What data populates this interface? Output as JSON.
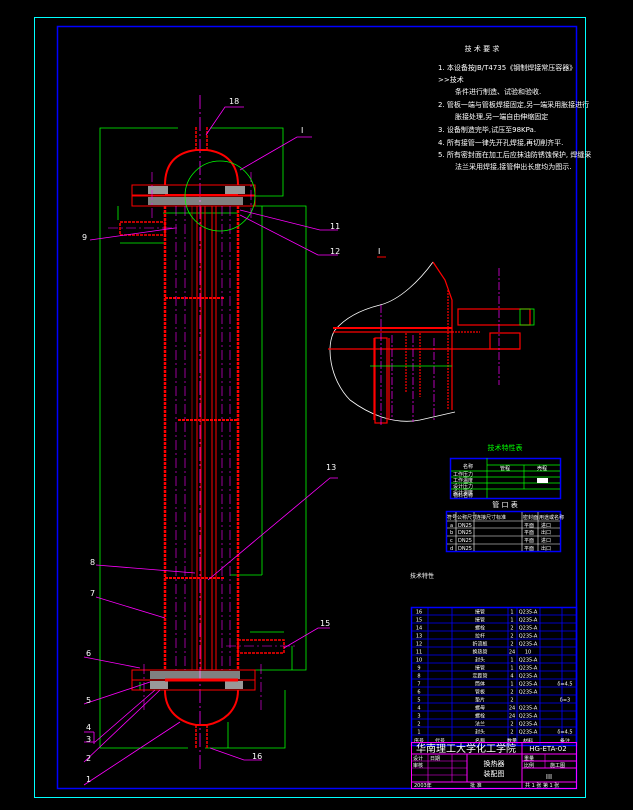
{
  "drawing": {
    "colors": {
      "frame_outer": "#00ffff",
      "frame_inner": "#0000ff",
      "part": "#ff0000",
      "dimension": "#00ff00",
      "leader": "#ff00ff",
      "text": "#ffffff"
    },
    "detail_label": "I",
    "part_labels": [
      "1",
      "2",
      "3",
      "4",
      "5",
      "6",
      "7",
      "8",
      "9",
      "11",
      "12",
      "13",
      "15",
      "16",
      "18"
    ],
    "note_small": "技术特性"
  },
  "tech_requirements": {
    "title": "技 术 要 求",
    "lines": [
      "1.   本设备按JB/T4735《钢制焊接常压容器》",
      ">>技术",
      "条件进行制造、试验和验收.",
      "2.   管板一端与管板焊接固定,另一端采用胀接进行",
      "胀接处理,另一端自由伸缩固定",
      "3.   设备制造完毕,试压至98KPa.",
      "4.   所有接管一律先开孔焊接,再切削齐平.",
      "5.   所有密封面在加工后应抹油防锈蚀保护, 焊缝采",
      "法兰采用焊接,接管伸出长度均为图示."
    ]
  },
  "tech_table": {
    "title": "技术特性表",
    "header": [
      "名称",
      "管程",
      "壳程"
    ],
    "rows": [
      "工作压力",
      "工作温度",
      "设计压力",
      "设计温度",
      "物料名称"
    ]
  },
  "nozzle_table": {
    "title": "管 口 表",
    "header": [
      "符号",
      "公称尺寸",
      "连接尺寸标准",
      "密封面",
      "用途或名称"
    ],
    "rows": [
      [
        "a",
        "DN25",
        "",
        "平面",
        "进口"
      ],
      [
        "b",
        "DN25",
        "",
        "平面",
        "出口"
      ],
      [
        "c",
        "DN25",
        "",
        "平面",
        "进口"
      ],
      [
        "d",
        "DN25",
        "",
        "平面",
        "出口"
      ]
    ]
  },
  "parts_list": {
    "header": [
      "序号",
      "代号",
      "名称",
      "数量",
      "材料",
      "备注"
    ],
    "rows": [
      [
        "16",
        "",
        "接管",
        "1",
        "Q235-A",
        ""
      ],
      [
        "15",
        "",
        "接管",
        "1",
        "Q235-A",
        ""
      ],
      [
        "14",
        "",
        "螺栓",
        "2",
        "Q235-A",
        ""
      ],
      [
        "13",
        "",
        "拉杆",
        "2",
        "Q235-A",
        ""
      ],
      [
        "12",
        "",
        "折流板",
        "2",
        "Q235-A",
        ""
      ],
      [
        "11",
        "",
        "换热管",
        "24",
        "10",
        ""
      ],
      [
        "10",
        "",
        "封头",
        "1",
        "Q235-A",
        ""
      ],
      [
        "9",
        "",
        "接管",
        "1",
        "Q235-A",
        ""
      ],
      [
        "8",
        "",
        "定距管",
        "4",
        "Q235-A",
        ""
      ],
      [
        "7",
        "",
        "筒体",
        "1",
        "Q235-A",
        "δ=4.5"
      ],
      [
        "6",
        "",
        "管板",
        "2",
        "Q235-A",
        ""
      ],
      [
        "5",
        "",
        "垫片",
        "2",
        "",
        "δ=3"
      ],
      [
        "4",
        "",
        "螺母",
        "24",
        "Q235-A",
        ""
      ],
      [
        "3",
        "",
        "螺栓",
        "24",
        "Q235-A",
        ""
      ],
      [
        "2",
        "",
        "法兰",
        "2",
        "Q235-A",
        ""
      ],
      [
        "1",
        "",
        "封头",
        "2",
        "Q235-A",
        "δ=4.5"
      ]
    ]
  },
  "title_block": {
    "school": "华南理工大学化工学院",
    "drawing_no": "HG-ETA-02",
    "name_line1": "换热器",
    "name_line2": "装配图",
    "scale_label": "比例",
    "sheet_label": "共 1 张  第 1 张",
    "material_label": "重量",
    "code": "III",
    "design_label": "设计",
    "check_label": "审核",
    "date_label": "日期",
    "stage_label": "施工图",
    "bottom_left": "2003年",
    "bottom_mid": "批 准"
  }
}
